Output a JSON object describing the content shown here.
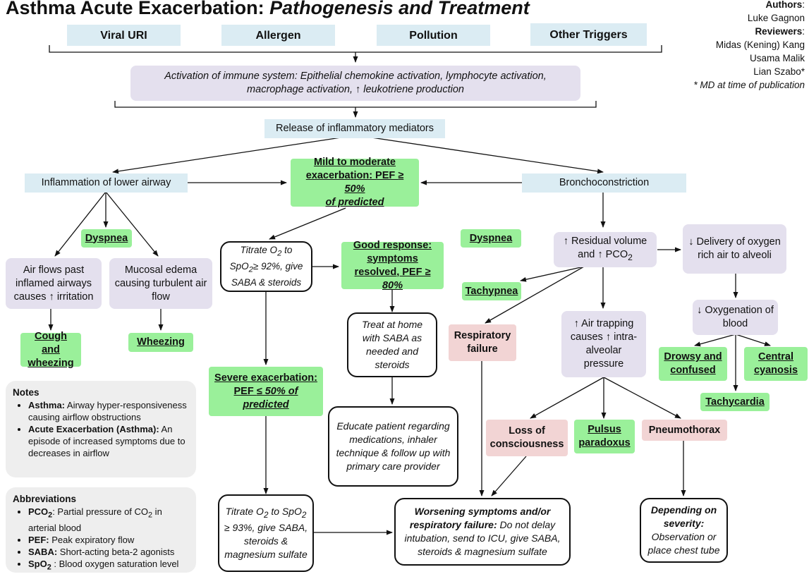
{
  "title": {
    "plain": "Asthma Acute Exacerbation: ",
    "italic": "Pathogenesis and Treatment"
  },
  "credits": {
    "authors_label": "Authors",
    "authors": [
      "Luke Gagnon"
    ],
    "reviewers_label": "Reviewers",
    "reviewers": [
      "Midas (Kening) Kang",
      "Usama Malik",
      "Lian Szabo*"
    ],
    "footnote": "* MD at time of publication"
  },
  "triggers": [
    "Viral URI",
    "Allergen",
    "Pollution",
    "Other Triggers"
  ],
  "immune": "Activation of immune system: Epithelial chemokine activation, lymphocyte activation, macrophage activation, ↑ leukotriene production",
  "mediators": "Release of inflammatory mediators",
  "inflammation": "Inflammation of lower airway",
  "broncho": "Bronchoconstriction",
  "mild": {
    "line1": "Mild to moderate",
    "line2": "exacerbation: PEF ",
    "line2_it": "≥ 50%",
    "line3": "of predicted"
  },
  "left_branch": {
    "dyspnea": "Dyspnea",
    "airflow": "Air flows past inflamed airways causes ↑ irritation",
    "edema": "Mucosal edema causing turbulent air flow",
    "cough": "Cough and wheezing",
    "wheezing": "Wheezing"
  },
  "treatment": {
    "titrate1_a": "Titrate O",
    "titrate1_b": " to SpO",
    "titrate1_c": "≥ 92%, give SABA & steroids",
    "good_a": "Good response: symptoms resolved, PEF ",
    "good_b": "≥ 80%",
    "home": "Treat at home with SABA as needed and steroids",
    "educate": "Educate patient regarding medications, inhaler technique & follow up with primary care provider",
    "severe_a": "Severe exacerbation: PEF ",
    "severe_b": "≤ 50% of predicted",
    "titrate2_a": "Titrate O",
    "titrate2_b": " to SpO",
    "titrate2_c": " ≥ 93%, give SABA, steroids & magnesium sulfate",
    "worsening_b": "Worsening symptoms and/or respiratory failure:",
    "worsening_rest": " Do not delay intubation, send to ICU, give SABA, steroids & magnesium sulfate"
  },
  "right_branch": {
    "dyspnea": "Dyspnea",
    "residual_a": "↑ Residual volume and ↑ PCO",
    "tachypnea": "Tachypnea",
    "delivery": "↓ Delivery of oxygen rich air to alveoli",
    "oxygenation": "↓ Oxygenation of blood",
    "drowsy": "Drowsy and confused",
    "cyanosis": "Central cyanosis",
    "tachycardia": "Tachycardia",
    "resp_failure": "Respiratory failure",
    "air_trapping": "↑ Air trapping causes ↑ intra-alveolar pressure",
    "loc": "Loss of consciousness",
    "pulsus": "Pulsus paradoxus",
    "pneumothorax": "Pneumothorax",
    "depending_b": "Depending on severity:",
    "depending_rest": "Observation or place chest tube"
  },
  "notes": {
    "heading": "Notes",
    "items": [
      {
        "term": "Asthma:",
        "text": " Airway hyper-responsiveness causing airflow obstructions"
      },
      {
        "term": "Acute Exacerbation (Asthma):",
        "text": " An episode of increased symptoms due to decreases in airflow"
      }
    ]
  },
  "abbreviations": {
    "heading": "Abbreviations",
    "pco2_term": "PCO",
    "pco2_text_a": ": Partial pressure of CO",
    "pco2_text_b": " in arterial blood",
    "pef_term": "PEF:",
    "pef_text": " Peak expiratory flow",
    "saba_term": "SABA:",
    "saba_text": " Short-acting beta-2 agonists",
    "spo2_term": "SpO",
    "spo2_text": " : Blood oxygen saturation level"
  },
  "colors": {
    "trigger_blue": "#dbecf3",
    "purple": "#e4e0ee",
    "green": "#9af09a",
    "pink": "#f2d4d4",
    "note_gray": "#eeeeee"
  }
}
